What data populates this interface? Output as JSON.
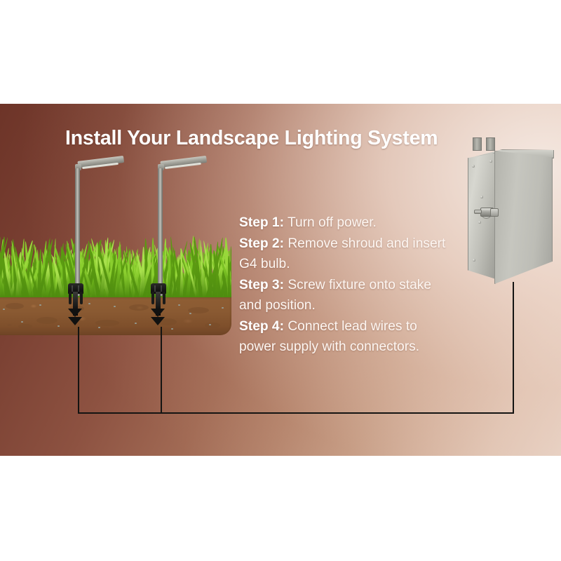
{
  "heading": "Install Your Landscape Lighting System",
  "steps": [
    {
      "label": "Step 1:",
      "text": " Turn off power."
    },
    {
      "label": "Step 2:",
      "text": " Remove shroud and insert G4 bulb."
    },
    {
      "label": "Step 3:",
      "text": " Screw fixture onto stake and position."
    },
    {
      "label": "Step 4:",
      "text": " Connect lead wires to power supply with connectors."
    }
  ],
  "diagram": {
    "fixture_left_name": "path-light-fixture",
    "fixture_right_name": "path-light-fixture",
    "power_supply_name": "power-supply-enclosure",
    "ground_name": "lawn-cross-section",
    "wiring_name": "low-voltage-wiring"
  },
  "colors": {
    "background_dark": "#6d3428",
    "background_light": "#ecd9cd",
    "grass_green": "#7cc424",
    "soil_brown": "#8a5a32",
    "metal_silver": "#c1c1ba",
    "wire_black": "#141412",
    "text_white": "#ffffff"
  }
}
